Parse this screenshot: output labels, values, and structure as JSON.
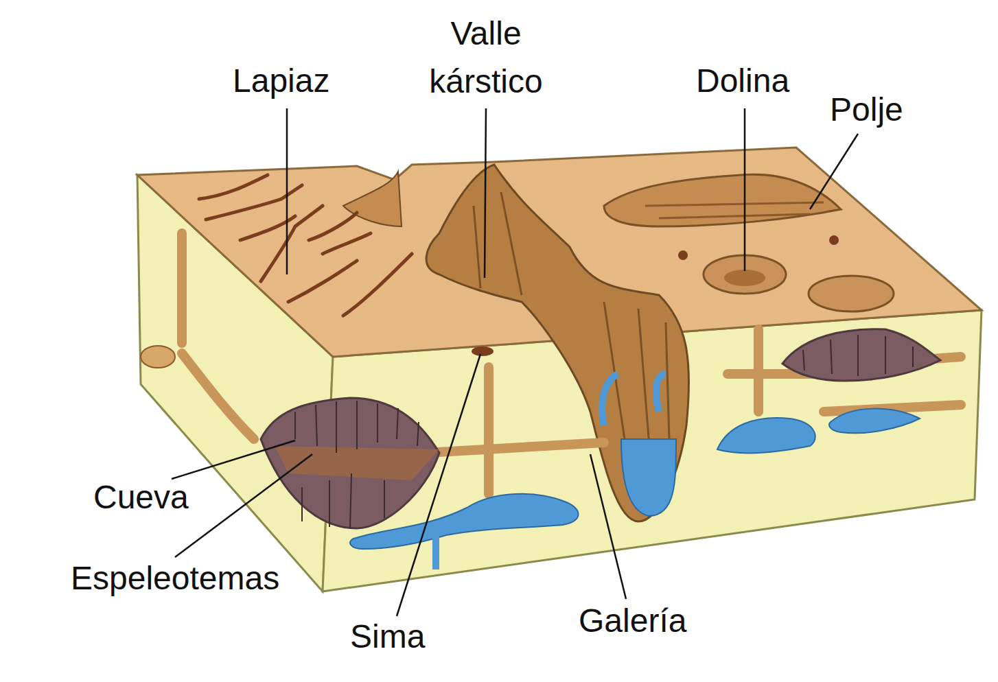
{
  "diagram": {
    "labels": [
      "Lapiaz",
      "Valle kárstico",
      "Dolina",
      "Polje",
      "Cueva",
      "Espeleotemas",
      "Sima",
      "Galería"
    ]
  }
}
